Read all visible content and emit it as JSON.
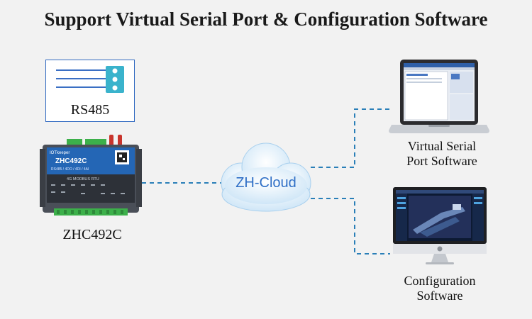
{
  "title": "Support Virtual Serial Port & Configuration Software",
  "rs485": {
    "label": "RS485"
  },
  "device": {
    "model_label": "ZHC492C",
    "brand": "IOTkeeper",
    "panel_model": "ZHC492C",
    "panel_spec": "RS485 / 4DO / 4DI / 4AI",
    "panel_sub": "4G  MODBUS  RTU"
  },
  "cloud": {
    "label": "ZH-Cloud"
  },
  "laptop": {
    "label_line1": "Virtual Serial",
    "label_line2": "Port Software"
  },
  "desktop": {
    "label_line1": "Configuration",
    "label_line2": "Software"
  },
  "colors": {
    "accent": "#2f6fc6",
    "line": "#2a7fb8",
    "device_blue": "#2466b5",
    "terminal_green": "#3cb04a"
  }
}
